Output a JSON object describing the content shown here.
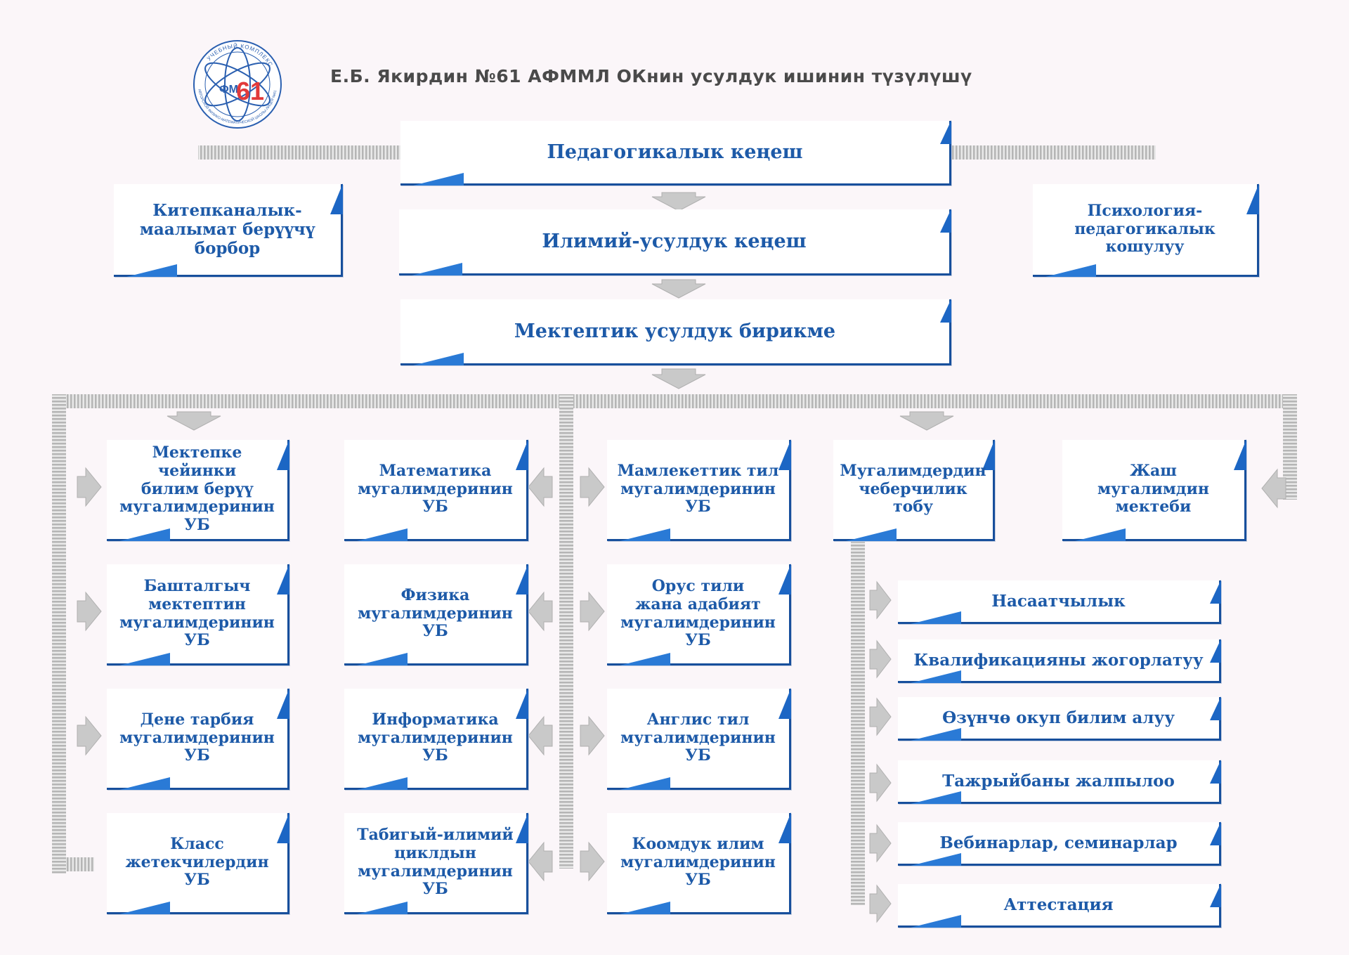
{
  "header": {
    "title": "Е.Б. Якирдин №61 АФММЛ ОКнин усулдук ишинин түзүлүшү",
    "logo": {
      "number": "61",
      "ring_text": "УЧЕБНЫЙ КОМПЛЕКС",
      "lower_text": "АВТОРСКОЙ ФИЗИКО-МАТЕМАТИЧЕСКОЙ ШКОЛЫ-ЛИЦЕЯ №61",
      "letters": "ФМ"
    }
  },
  "top": {
    "pedagogical_council": "Педагогикалык кеңеш",
    "library_center": "Китепканалык-\nмаалымат берүүчү\nборбор",
    "scientific_council": "Илимий-усулдук кеңеш",
    "psychology_union": "Психология-\nпедагогикалык\nкошулуу",
    "school_union": "Мектептик усулдук бирикме"
  },
  "col1": [
    "Мектепке чейинки\nбилим берүү\nмугалимдеринин УБ",
    "Башталгыч\nмектептин\nмугалимдеринин УБ",
    "Дене тарбия\nмугалимдеринин\nУБ",
    "Класс\nжетекчилердин\nУБ"
  ],
  "col2": [
    "Математика\nмугалимдеринин\nУБ",
    "Физика\nмугалимдеринин\nУБ",
    "Информатика\nмугалимдеринин\nУБ",
    "Табигый-илимий\nциклдын\nмугалимдеринин УБ"
  ],
  "col3": [
    "Мамлекеттик тил\nмугалимдеринин УБ",
    "Орус тили\nжана адабият\nмугалимдеринин УБ",
    "Англис тил\nмугалимдеринин УБ",
    "Коомдук илим\nмугалимдеринин УБ"
  ],
  "mastery_group": "Мугалимдердин\nчеберчилик\nтобу",
  "young_teacher_school": "Жаш\nмугалимдин\nмектеби",
  "activities": [
    "Насаатчылык",
    "Квалификацияны жогорлатуу",
    "Өзүнчө окуп билим алуу",
    "Тажрыйбаны жалпылоо",
    "Вебинарлар, семинарлар",
    "Аттестация"
  ],
  "colors": {
    "border": "#174f9c",
    "text": "#1d5aa8",
    "accent": "#2a7ad6",
    "connector": "#c6c6c6",
    "logo_red": "#e23a3a"
  }
}
